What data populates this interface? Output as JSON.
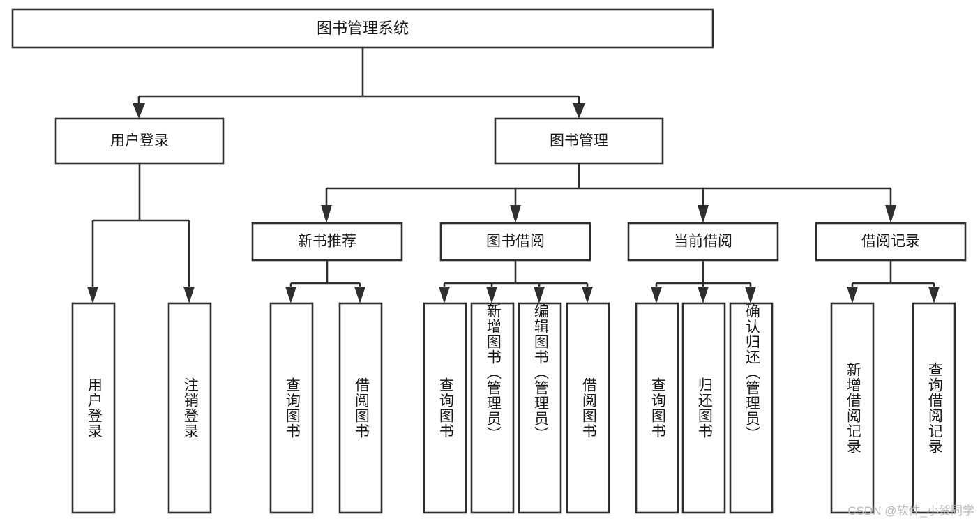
{
  "diagram": {
    "title": "图书管理系统",
    "type": "tree-hierarchy",
    "background_color": "#ffffff",
    "line_color": "#2f2f2f",
    "text_color": "#1a1a1a",
    "root": {
      "label": "图书管理系统",
      "children": [
        {
          "label": "用户登录",
          "children": [
            {
              "label": "用户登录"
            },
            {
              "label": "注销登录"
            }
          ]
        },
        {
          "label": "图书管理",
          "children": [
            {
              "label": "新书推荐",
              "children": [
                {
                  "label": "查询图书"
                },
                {
                  "label": "借阅图书"
                }
              ]
            },
            {
              "label": "图书借阅",
              "children": [
                {
                  "label": "查询图书"
                },
                {
                  "label": "新增图书（管理员）"
                },
                {
                  "label": "编辑图书（管理员）"
                },
                {
                  "label": "借阅图书"
                }
              ]
            },
            {
              "label": "当前借阅",
              "children": [
                {
                  "label": "查询图书"
                },
                {
                  "label": "归还图书"
                },
                {
                  "label": "确认归还（管理员）"
                }
              ]
            },
            {
              "label": "借阅记录",
              "children": [
                {
                  "label": "新增借阅记录"
                },
                {
                  "label": "查询借阅记录"
                }
              ]
            }
          ]
        }
      ]
    }
  },
  "watermark": {
    "text": "CSDN @软件_小贺同学"
  }
}
